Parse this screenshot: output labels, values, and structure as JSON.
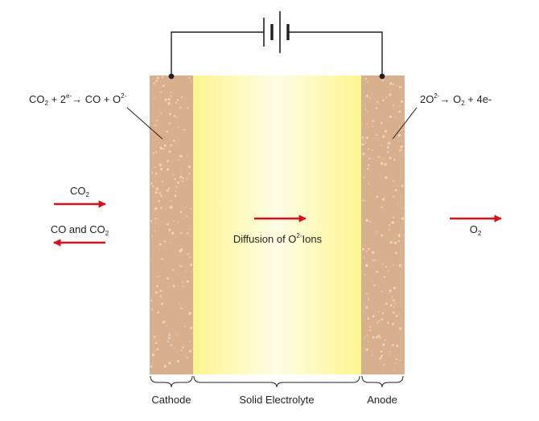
{
  "labels": {
    "cathode_reaction": {
      "a": "CO",
      "a_sub": "2",
      "b": " + 2",
      "b_sup": "e-",
      "c": "→ CO + O",
      "c_sup": "2-"
    },
    "anode_reaction": {
      "a": "2O",
      "a_sup": "2-",
      "b": "→ O",
      "b_sub": "2",
      "c": " + 4e-"
    },
    "co2_in": {
      "a": "CO",
      "a_sub": "2"
    },
    "co_out": {
      "a": "CO and CO",
      "a_sub": "2"
    },
    "o2_out": {
      "a": "O",
      "a_sub": "2"
    },
    "diffusion": {
      "a": "Diffusion of O",
      "a_sup": "2-",
      "b": "Ions"
    },
    "cathode": "Cathode",
    "electrolyte": "Solid Electrolyte",
    "anode": "Anode"
  },
  "colors": {
    "electrode": "#d9b08e",
    "electrode_dots": "#ead3bd",
    "electrolyte_edge": "#fbf68f",
    "electrolyte_center": "#fffde6",
    "arrow": "#d7101f",
    "wire": "#231f20"
  }
}
